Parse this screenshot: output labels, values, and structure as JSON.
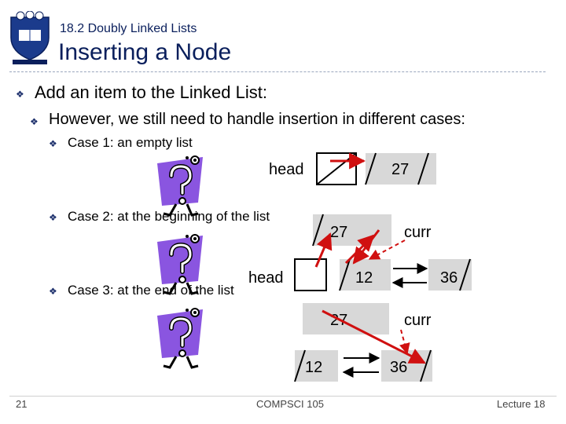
{
  "header": {
    "subtitle": "18.2 Doubly Linked Lists",
    "title": "Inserting a Node"
  },
  "bullets": {
    "level1": "Add an item to the Linked List:",
    "level2": "However, we still need to handle insertion in different cases:",
    "case1": "Case 1: an empty list",
    "case2": "Case 2: at the beginning of the list",
    "case3": "Case 3: at the end of the list"
  },
  "diagram": {
    "case1": {
      "head_label": "head",
      "node_value": "27"
    },
    "case2": {
      "head_label": "head",
      "node1_value": "12",
      "node2_value": "27",
      "node3_value": "36",
      "curr_label": "curr"
    },
    "case3": {
      "node1_value": "12",
      "node2_value": "27",
      "node3_value": "36",
      "curr_label": "curr"
    }
  },
  "footer": {
    "page_number": "21",
    "course": "COMPSCI 105",
    "lecture": "Lecture 18"
  },
  "colors": {
    "title": "#0a1f5c",
    "arrow_red": "#d01010",
    "node_gray": "#d8d8d8",
    "figure_purple": "#8a55e0"
  }
}
